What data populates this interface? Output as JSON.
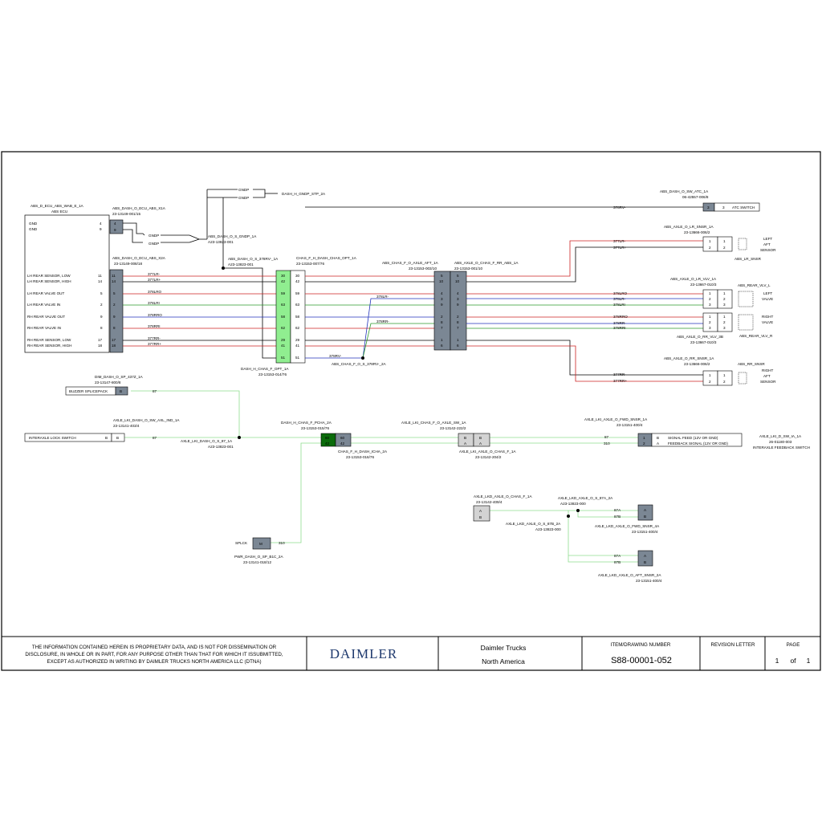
{
  "title_block": {
    "disclaimer_line1": "THE INFORMATION CONTAINED HEREIN IS PROPRIETARY DATA, AND IS NOT FOR DISSEMINATION OR",
    "disclaimer_line2": "DISCLOSURE, IN WHOLE OR  IN PART, FOR ANY PURPOSE OTHER THAN THAT FOR WHICH IT ISSUBMITTED,",
    "disclaimer_line3": "EXCEPT AS AUTHORIZED IN WRITING BY DAIMLER TRUCKS NORTH AMERICA LLC (DTNA)",
    "logo": "DAIMLER",
    "company_line1": "Daimler Trucks",
    "company_line2": "North America",
    "item_label": "ITEM/DRAWING NUMBER",
    "drawing_number": "S88-00001-052",
    "revision_label": "REVISION LETTER",
    "page_label": "PAGE",
    "page_num": "1",
    "page_of": "of",
    "page_total": "1"
  },
  "labels": {
    "abs_ecu_id": "ABS_D_ECU_ABS_WAB_E_1A",
    "abs_ecu_name": "ABS ECU",
    "gnd1": "GND",
    "gnd2": "GND",
    "lh_sens_low": "LH REAR SENSOR, LOW",
    "lh_sens_high": "LH REAR SENSOR, HIGH",
    "lh_valve_out": "LH REAR VALVE OUT",
    "lh_valve_in": "LH REAR VALVE IN",
    "rh_valve_out": "RH REAR VALVE OUT",
    "rh_valve_in": "RH REAR VALVE IN",
    "rh_sens_low": "RH REAR SENSOR, LOW",
    "rh_sens_high": "RH REAR SENSOR, HIGH",
    "x1a_id": "ABS_DASH_O_ECU_ABS_X1A",
    "x1a_pn": "23-13149-001/15",
    "x2a_id": "ABS_DASH_O_ECU_ABS_X2A",
    "x2a_pn": "23-13149-008/18",
    "gndp_a": "GNDP",
    "gndp_b": "GNDP",
    "gndp_c": "GNDP",
    "gndp_d": "GNDP",
    "gndp_splice_id": "ABS_DASH_O_S_GNDP_1A",
    "gndp_splice_pn": "A23-13823-001",
    "gnd_stp": "DASH_H_GNDP_STP_2A",
    "rv_splice_id": "ABS_DASH_O_S_378RV-_1A",
    "rv_splice_pn": "A23-13823-001",
    "chas_opt_id": "CHAS_F_H_DASH_CHAS_OPT_1A",
    "chas_opt_pn": "23-13153-007/76",
    "dash_opt_id": "DASH_H_CHAS_F_OPT_1A",
    "dash_opt_pn": "23-13153-014/76",
    "aft_id": "ABS_CHAS_F_O_AXLE_AFT_1A",
    "aft_pn": "23-13153-003/10",
    "rr_id": "ABS_AXLE_O_CHAS_F_RR_ABS_1A",
    "rr_pn": "23-13153-001/10",
    "chas_splice_id": "ABS_CHAS_F_O_S_378RV-_2A",
    "atc_id": "ABS_DASH_O_SW_ATC_1A",
    "atc_pn": "06-42557-006/8",
    "atc_switch": "ATC SWITCH",
    "lr_snsr_id": "ABS_AXLE_O_LR_SNSR_1A",
    "lr_snsr_pn": "23-13666-006/2",
    "lr_snsr_name": "ABS_LR_SNSR",
    "left_aft_sensor_1": "LEFT",
    "left_aft_sensor_2": "AFT",
    "left_aft_sensor_3": "SENSOR",
    "lr_vlv_id": "ABS_AXLE_O_LR_VLV_1A",
    "lr_vlv_pn": "23-13667-010/3",
    "rear_vlv_l": "ABS_REAR_VLV_L",
    "left_valve_1": "LEFT",
    "left_valve_2": "VALVE",
    "rr_vlv_id": "ABS_AXLE_O_RR_VLV_3B",
    "rr_vlv_pn": "23-13667-010/3",
    "rear_vlv_r": "ABS_REAR_VLV_R",
    "right_valve_1": "RIGHT",
    "right_valve_2": "VALVE",
    "rr_snsr_id": "ABS_AXLE_O_RR_SNSR_1A",
    "rr_snsr_pn": "23-13666-006/2",
    "rr_snsr_name": "ABS_RR_SNSR",
    "right_aft_sensor_1": "RIGHT",
    "right_aft_sensor_2": "AFT",
    "right_aft_sensor_3": "SENSOR",
    "dim_id": "DIM_DASH_O_SP_437Z_1A",
    "dim_pn": "23-13147-800/8",
    "buzzer": "BUZZER SPLICEPACK",
    "lki_sw_id": "AXLE_LKI_DASH_O_SW_AXL_IND_1A",
    "lki_sw_pn": "23-13141-403/4",
    "interaxle_switch": "INTERAXLE LOCK SWITCH",
    "lki_splice_id": "AXLE_LKI_DASH_O_S_87_1A",
    "lki_splice_pn": "A23-13823-001",
    "pcha_id": "DASH_H_CHAS_F_PCHA_2A",
    "pcha_pn": "23-13153-015/76",
    "chas_pcha_id": "CHAS_F_H_DASH_ICHA_2A",
    "chas_pcha_pn": "23-13153-016/76",
    "lki_chas_sw_id": "AXLE_LKI_CHAS_F_O_AXLE_SW_1A",
    "lki_chas_sw_pn": "23-13142-222/2",
    "lki_axle_chas_id": "AXLE_LKI_AXLE_O_CHAS_F_1A",
    "lki_axle_chas_pn": "23-13142-204/2",
    "fwd_snsr_id": "AXLE_LKI_AXLE_O_FWD_SNSR_1A",
    "fwd_snsr_pn": "23-13151-400/4",
    "signal_feed": "SIGNAL FEED (12V OR GND)",
    "feedback_signal": "FEEDBACK SIGNAL (12V OR GND)",
    "ia_sw_id": "AXLE_LKI_D_SW_IA_1A",
    "ia_sw_pn": "26-01180-003",
    "ia_sw_name": "INTERAXLE FEEDBACK SWITCH",
    "splck": "SPLCK",
    "pwr_id": "PWR_DASH_O_SP_B1C_2A",
    "pwr_pn": "23-13141-018/12",
    "lkd_chas_id": "AXLE_LKD_AXLE_O_CHAS_F_1A",
    "lkd_chas_pn": "23-13142-409/4",
    "lkd_87a_id": "AXLE_LKD_AXLE_O_S_87A_2A",
    "lkd_87a_pn": "A23-13823-000",
    "lkd_87b_id": "AXLE_LKD_AXLE_O_S_87B_2A",
    "lkd_87b_pn": "A23-13823-000",
    "lkd_fwd_id": "AXLE_LKD_AXLE_O_FWD_SNSR_4A",
    "lkd_fwd_pn": "23-13151-400/4",
    "lkd_aft_id": "AXLE_LKD_AXLE_O_AFT_SNSR_2A",
    "lkd_aft_pn": "23-13151-400/4"
  },
  "wires": {
    "w377lr_minus": "377LR-",
    "w377lr_plus": "377LR+",
    "w378lro": "378LRO",
    "w378lri": "378LRI",
    "w378rro": "378RRO",
    "w378rri": "378RRI",
    "w377rr_minus": "377RR-",
    "w377rr_plus": "377RR+",
    "w378rv_minus": "378RV-",
    "w378lr_minus": "378LR-",
    "w378rr_minus": "378RR-",
    "w87": "87",
    "w310": "310",
    "w87a": "87A",
    "w87b": "87B"
  },
  "pins": {
    "p4": "4",
    "p9": "9",
    "p11": "11",
    "p14": "14",
    "p5": "5",
    "p2": "2",
    "p8": "8",
    "p17": "17",
    "p18": "18",
    "p30": "30",
    "p42": "42",
    "p59": "59",
    "p63": "63",
    "p58": "58",
    "p62": "62",
    "p29": "29",
    "p41": "41",
    "p51": "51",
    "p10": "10",
    "p3": "3",
    "p7": "7",
    "p1": "1",
    "p6": "6",
    "p60": "60",
    "pA": "A",
    "pB": "B",
    "pM": "M"
  },
  "colors": {
    "line_black": "#000000",
    "line_red": "#cc2222",
    "line_green": "#2e9a2e",
    "line_blue": "#2233bb",
    "line_light_green": "#8fdc8f",
    "line_gray": "#777777",
    "connector_green": "#90ee90",
    "connector_dark_green": "#0a6b0a",
    "connector_slate": "#7b8794",
    "connector_light": "#d3d3d3"
  }
}
